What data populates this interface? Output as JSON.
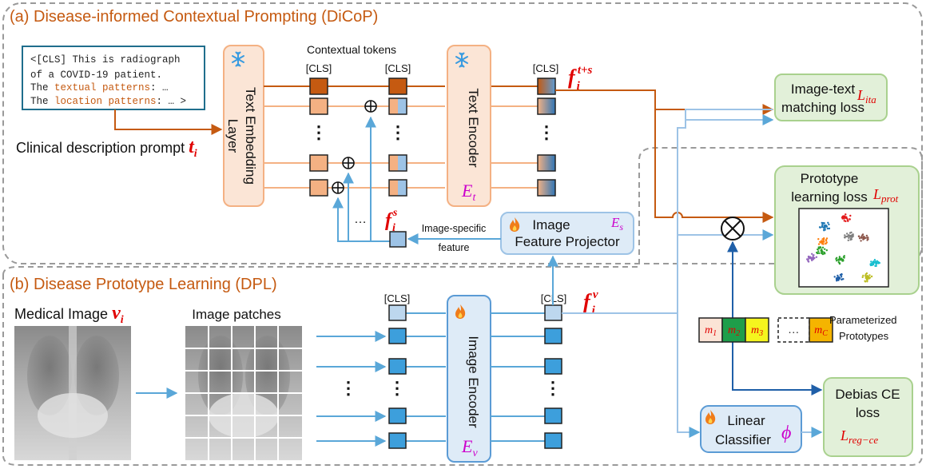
{
  "sections": {
    "a_title": "(a) Disease-informed Contextual Prompting (DiCoP)",
    "b_title": "(b) Disease Prototype Learning (DPL)"
  },
  "prompt": {
    "line1": "<[CLS] This is radiograph",
    "line2": "of a COVID-19 patient.",
    "line3_prefix": "The ",
    "line3_colored": "textual patterns",
    "line3_suffix": ": …",
    "line4_prefix": "The ",
    "line4_colored": "location patterns",
    "line4_suffix": ": … >"
  },
  "labels": {
    "clinical_prompt": "Clinical description prompt ",
    "clinical_var": "t",
    "clinical_sub": "i",
    "contextual_tokens": "Contextual tokens",
    "cls": "[CLS]",
    "ellipsis": "…",
    "vdots": "⋮",
    "image_specific_1": "Image-specific",
    "image_specific_2": "feature",
    "medical_image": "Medical Image ",
    "medical_var": "v",
    "medical_sub": "i",
    "image_patches": "Image patches",
    "param_proto_1": "Parameterized",
    "param_proto_2": "Prototypes"
  },
  "boxes": {
    "text_embedding": [
      "Text Embedding",
      "Layer"
    ],
    "text_encoder": "Text Encoder",
    "text_encoder_sym": "E",
    "text_encoder_sub": "t",
    "image_encoder": "Image Encoder",
    "image_encoder_sym": "E",
    "image_encoder_sub": "v",
    "projector_1": "Image",
    "projector_2": "Feature Projector",
    "projector_sym": "E",
    "projector_sub": "s",
    "ita_1": "Image-text",
    "ita_2": "matching loss",
    "ita_sym": "L",
    "ita_sub": "ita",
    "proto_1": "Prototype",
    "proto_2": "learning loss",
    "proto_sym": "L",
    "proto_sub": "prot",
    "debias_1": "Debias CE",
    "debias_2": "loss",
    "debias_sym": "L",
    "debias_sub": "reg−ce",
    "linear_1": "Linear",
    "linear_2": "Classifier",
    "linear_sym": "ϕ"
  },
  "features": {
    "fts_base": "f",
    "fts_sub": "i",
    "fts_sup": "t+s",
    "fs_base": "f",
    "fs_sub": "i",
    "fs_sup": "s",
    "fv_base": "f",
    "fv_sub": "i",
    "fv_sup": "v"
  },
  "prototypes": [
    {
      "sym": "m",
      "sub": "1",
      "color": "#fbe4d6"
    },
    {
      "sym": "m",
      "sub": "2",
      "color": "#1e9e4a"
    },
    {
      "sym": "m",
      "sub": "3",
      "color": "#f5f51e"
    },
    {
      "sym": "…",
      "sub": "",
      "color": "#ffffff"
    },
    {
      "sym": "m",
      "sub": "C",
      "color": "#f5b400"
    }
  ],
  "colors": {
    "orange": "#c55a11",
    "light_orange": "#f4b183",
    "blue": "#2e75b6",
    "light_blue": "#9dc3e6",
    "red": "#e00000",
    "magenta": "#cc00cc",
    "green_fill": "#e2f0d9",
    "green_stroke": "#a9d18e",
    "peach_fill": "#fbe5d6",
    "blue_fill": "#deebf7"
  },
  "icons": [
    "snowflake-icon",
    "fire-icon",
    "otimes-icon",
    "oplus-icon"
  ]
}
